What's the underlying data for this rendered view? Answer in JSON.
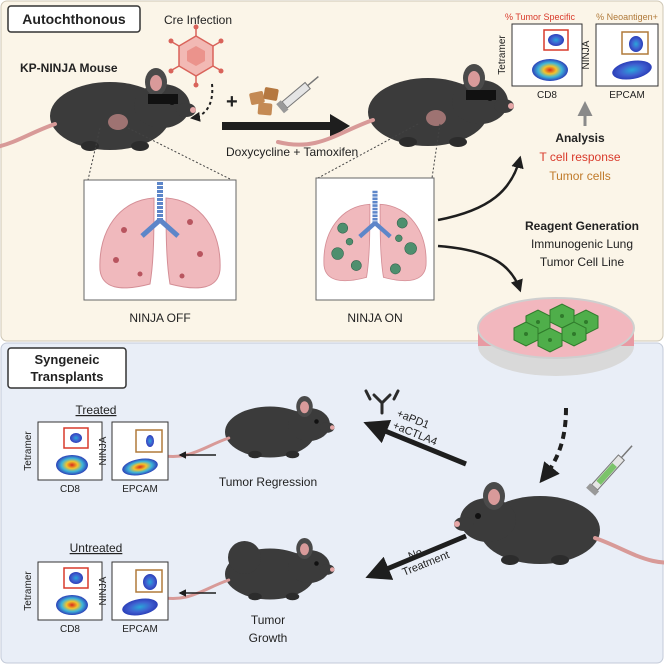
{
  "top_panel": {
    "tag": "Autochthonous",
    "cre_label": "Cre Infection",
    "mouse_label": "KP-NINJA Mouse",
    "plus": "+",
    "treatment_label": "Doxycycline + Tamoxifen",
    "lung_off_label": "NINJA OFF",
    "lung_on_label": "NINJA ON",
    "analysis": {
      "title": "Analysis",
      "line1": "T cell response",
      "line2": "Tumor cells",
      "line1_color": "#d93a2b",
      "line2_color": "#c07a2a"
    },
    "reagent": {
      "title": "Reagent Generation",
      "line1": "Immunogenic Lung",
      "line2": "Tumor Cell Line"
    },
    "flow_plots": {
      "left": {
        "y_axis": "Tetramer",
        "x_axis": "CD8",
        "gate_label": "% Tumor Specific",
        "gate_color": "#d93a2b"
      },
      "right": {
        "y_axis": "NINJA",
        "x_axis": "EPCAM",
        "gate_label": "% Neoantigen+",
        "gate_color": "#b07a3a"
      }
    }
  },
  "bottom_panel": {
    "tag_line1": "Syngeneic",
    "tag_line2": "Transplants",
    "antibody_line1": "+aPD1",
    "antibody_line2": "+aCTLA4",
    "no_treatment_line1": "No",
    "no_treatment_line2": "Treatment",
    "regression_label": "Tumor Regression",
    "growth_line1": "Tumor",
    "growth_line2": "Growth",
    "treated": {
      "title": "Treated",
      "left": {
        "y_axis": "Tetramer",
        "x_axis": "CD8"
      },
      "right": {
        "y_axis": "NINJA",
        "x_axis": "EPCAM"
      }
    },
    "untreated": {
      "title": "Untreated",
      "left": {
        "y_axis": "Tetramer",
        "x_axis": "CD8"
      },
      "right": {
        "y_axis": "NINJA",
        "x_axis": "EPCAM"
      }
    }
  },
  "colors": {
    "top_bg": "#fbf5e8",
    "bottom_bg": "#e9eef7",
    "mouse": "#3b3b3b",
    "lung": "#f0b9bd",
    "trachea": "#5d86c9",
    "dish": "#e89aa3",
    "cells": "#4fae4a"
  }
}
